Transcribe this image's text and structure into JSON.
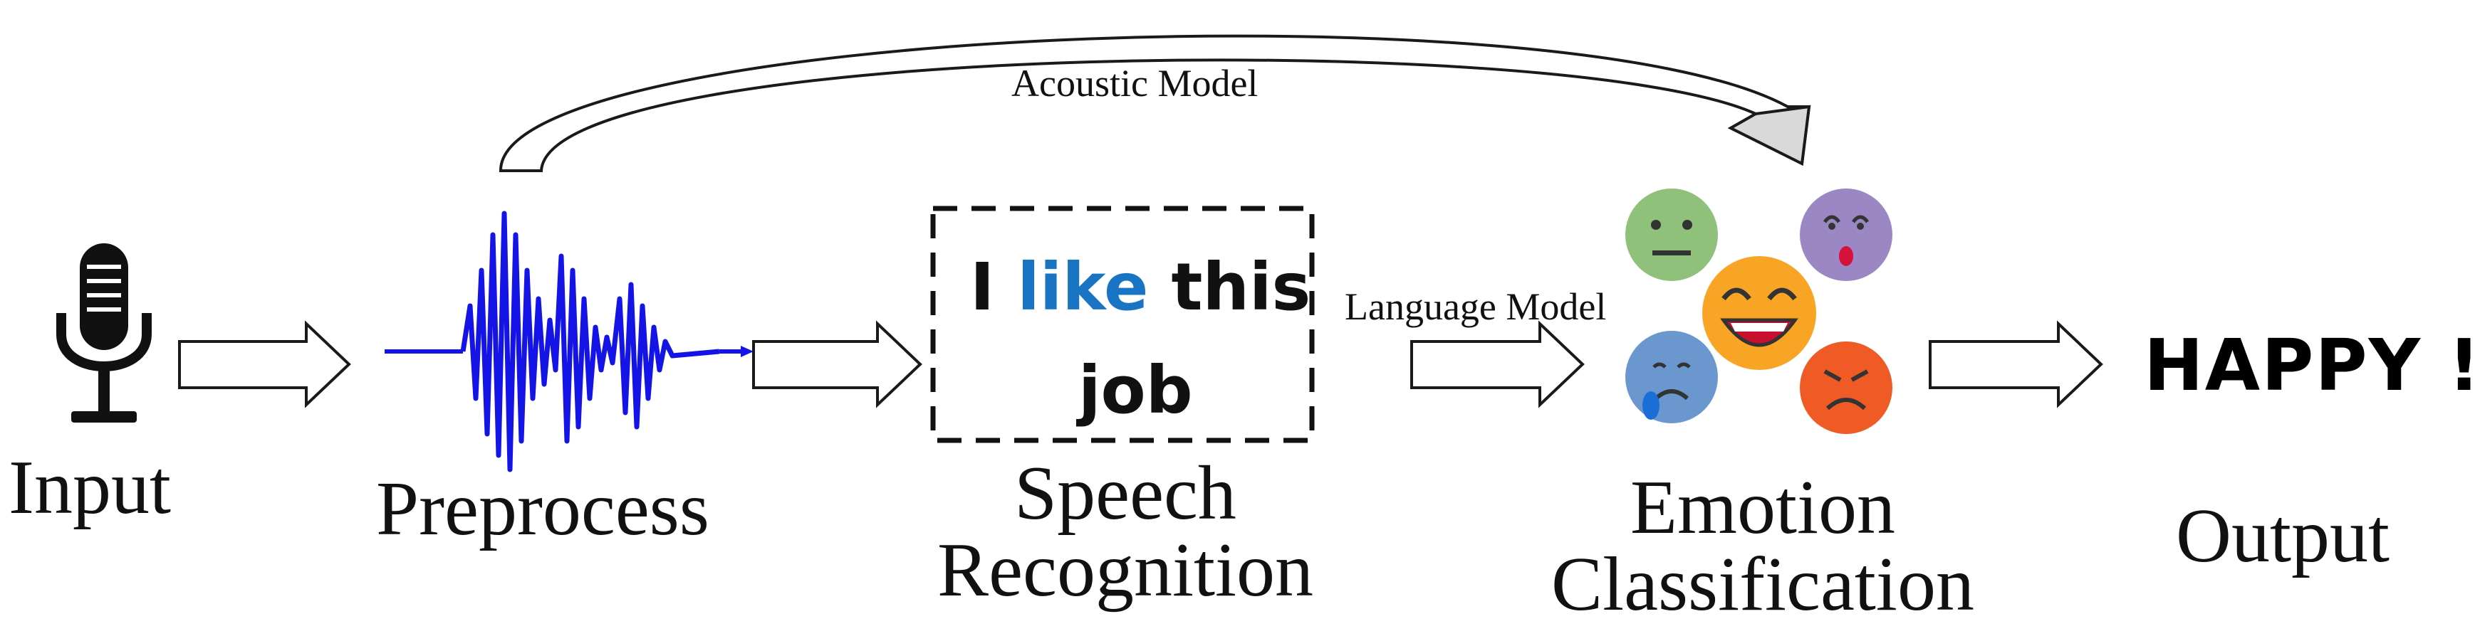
{
  "stages": {
    "input": "Input",
    "preprocess": "Preprocess",
    "speech_recognition": "Speech Recognition",
    "emotion_classification": "Emotion Classification",
    "output": "Output"
  },
  "arrows": {
    "acoustic_model": "Acoustic Model",
    "language_model": "Language Model"
  },
  "sentence": {
    "word1": "I",
    "word2": "like",
    "word3": "this",
    "word4": "job"
  },
  "result": "HAPPY !",
  "icons": [
    "microphone-icon",
    "waveform-icon",
    "neutral-face-icon",
    "surprised-face-icon",
    "happy-face-icon",
    "sad-face-icon",
    "angry-face-icon"
  ],
  "colors": {
    "waveform": "#1414e6",
    "highlight": "#1a74c4",
    "neutral_face": "#8fc17a",
    "surprised_face": "#9b87c4",
    "happy_face": "#f8a526",
    "sad_face": "#6b97cf",
    "angry_face": "#f05a24",
    "curved_arrow_head": "#d9d9d9"
  }
}
